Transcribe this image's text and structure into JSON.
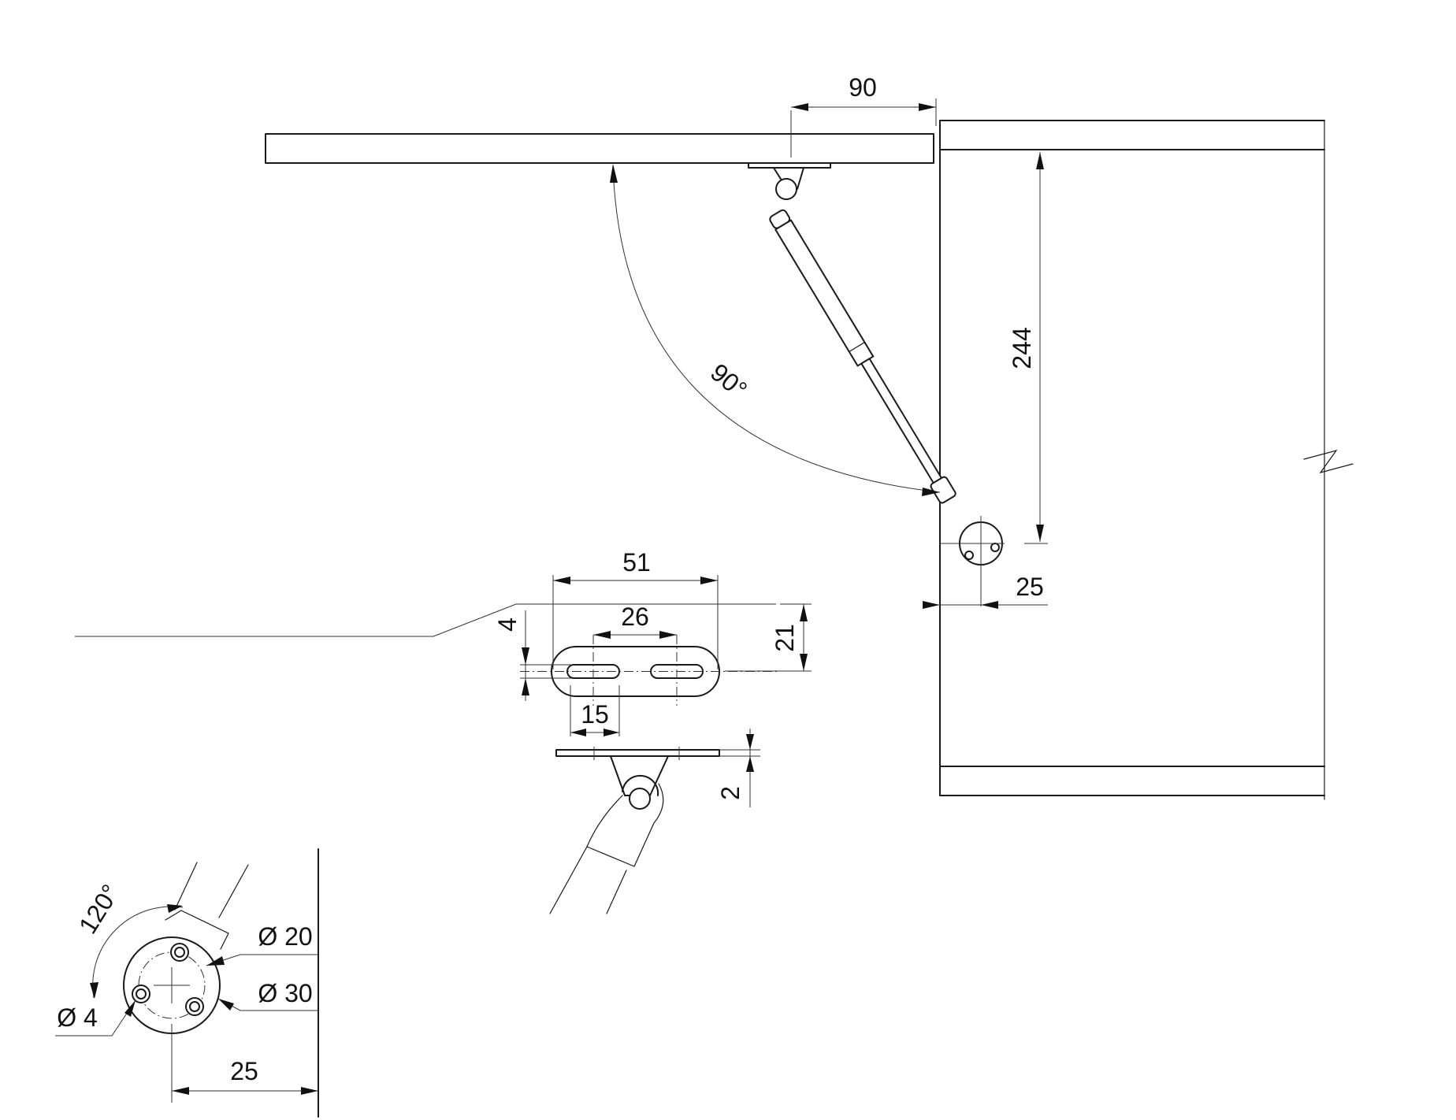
{
  "colors": {
    "line": "#1a1a1a",
    "background": "#ffffff"
  },
  "dimensions": {
    "offset_90": "90",
    "height_244": "244",
    "angle_90": "90°",
    "offset_25_side": "25",
    "bracket_width": "51",
    "slot_spacing": "26",
    "bracket_height": "21",
    "slot_width": "4",
    "slot_offset": "15",
    "plate_thickness": "2",
    "angle_120": "120°",
    "dia_20": "Ø 20",
    "dia_30": "Ø 30",
    "dia_4": "Ø 4",
    "offset_25_bottom": "25"
  }
}
